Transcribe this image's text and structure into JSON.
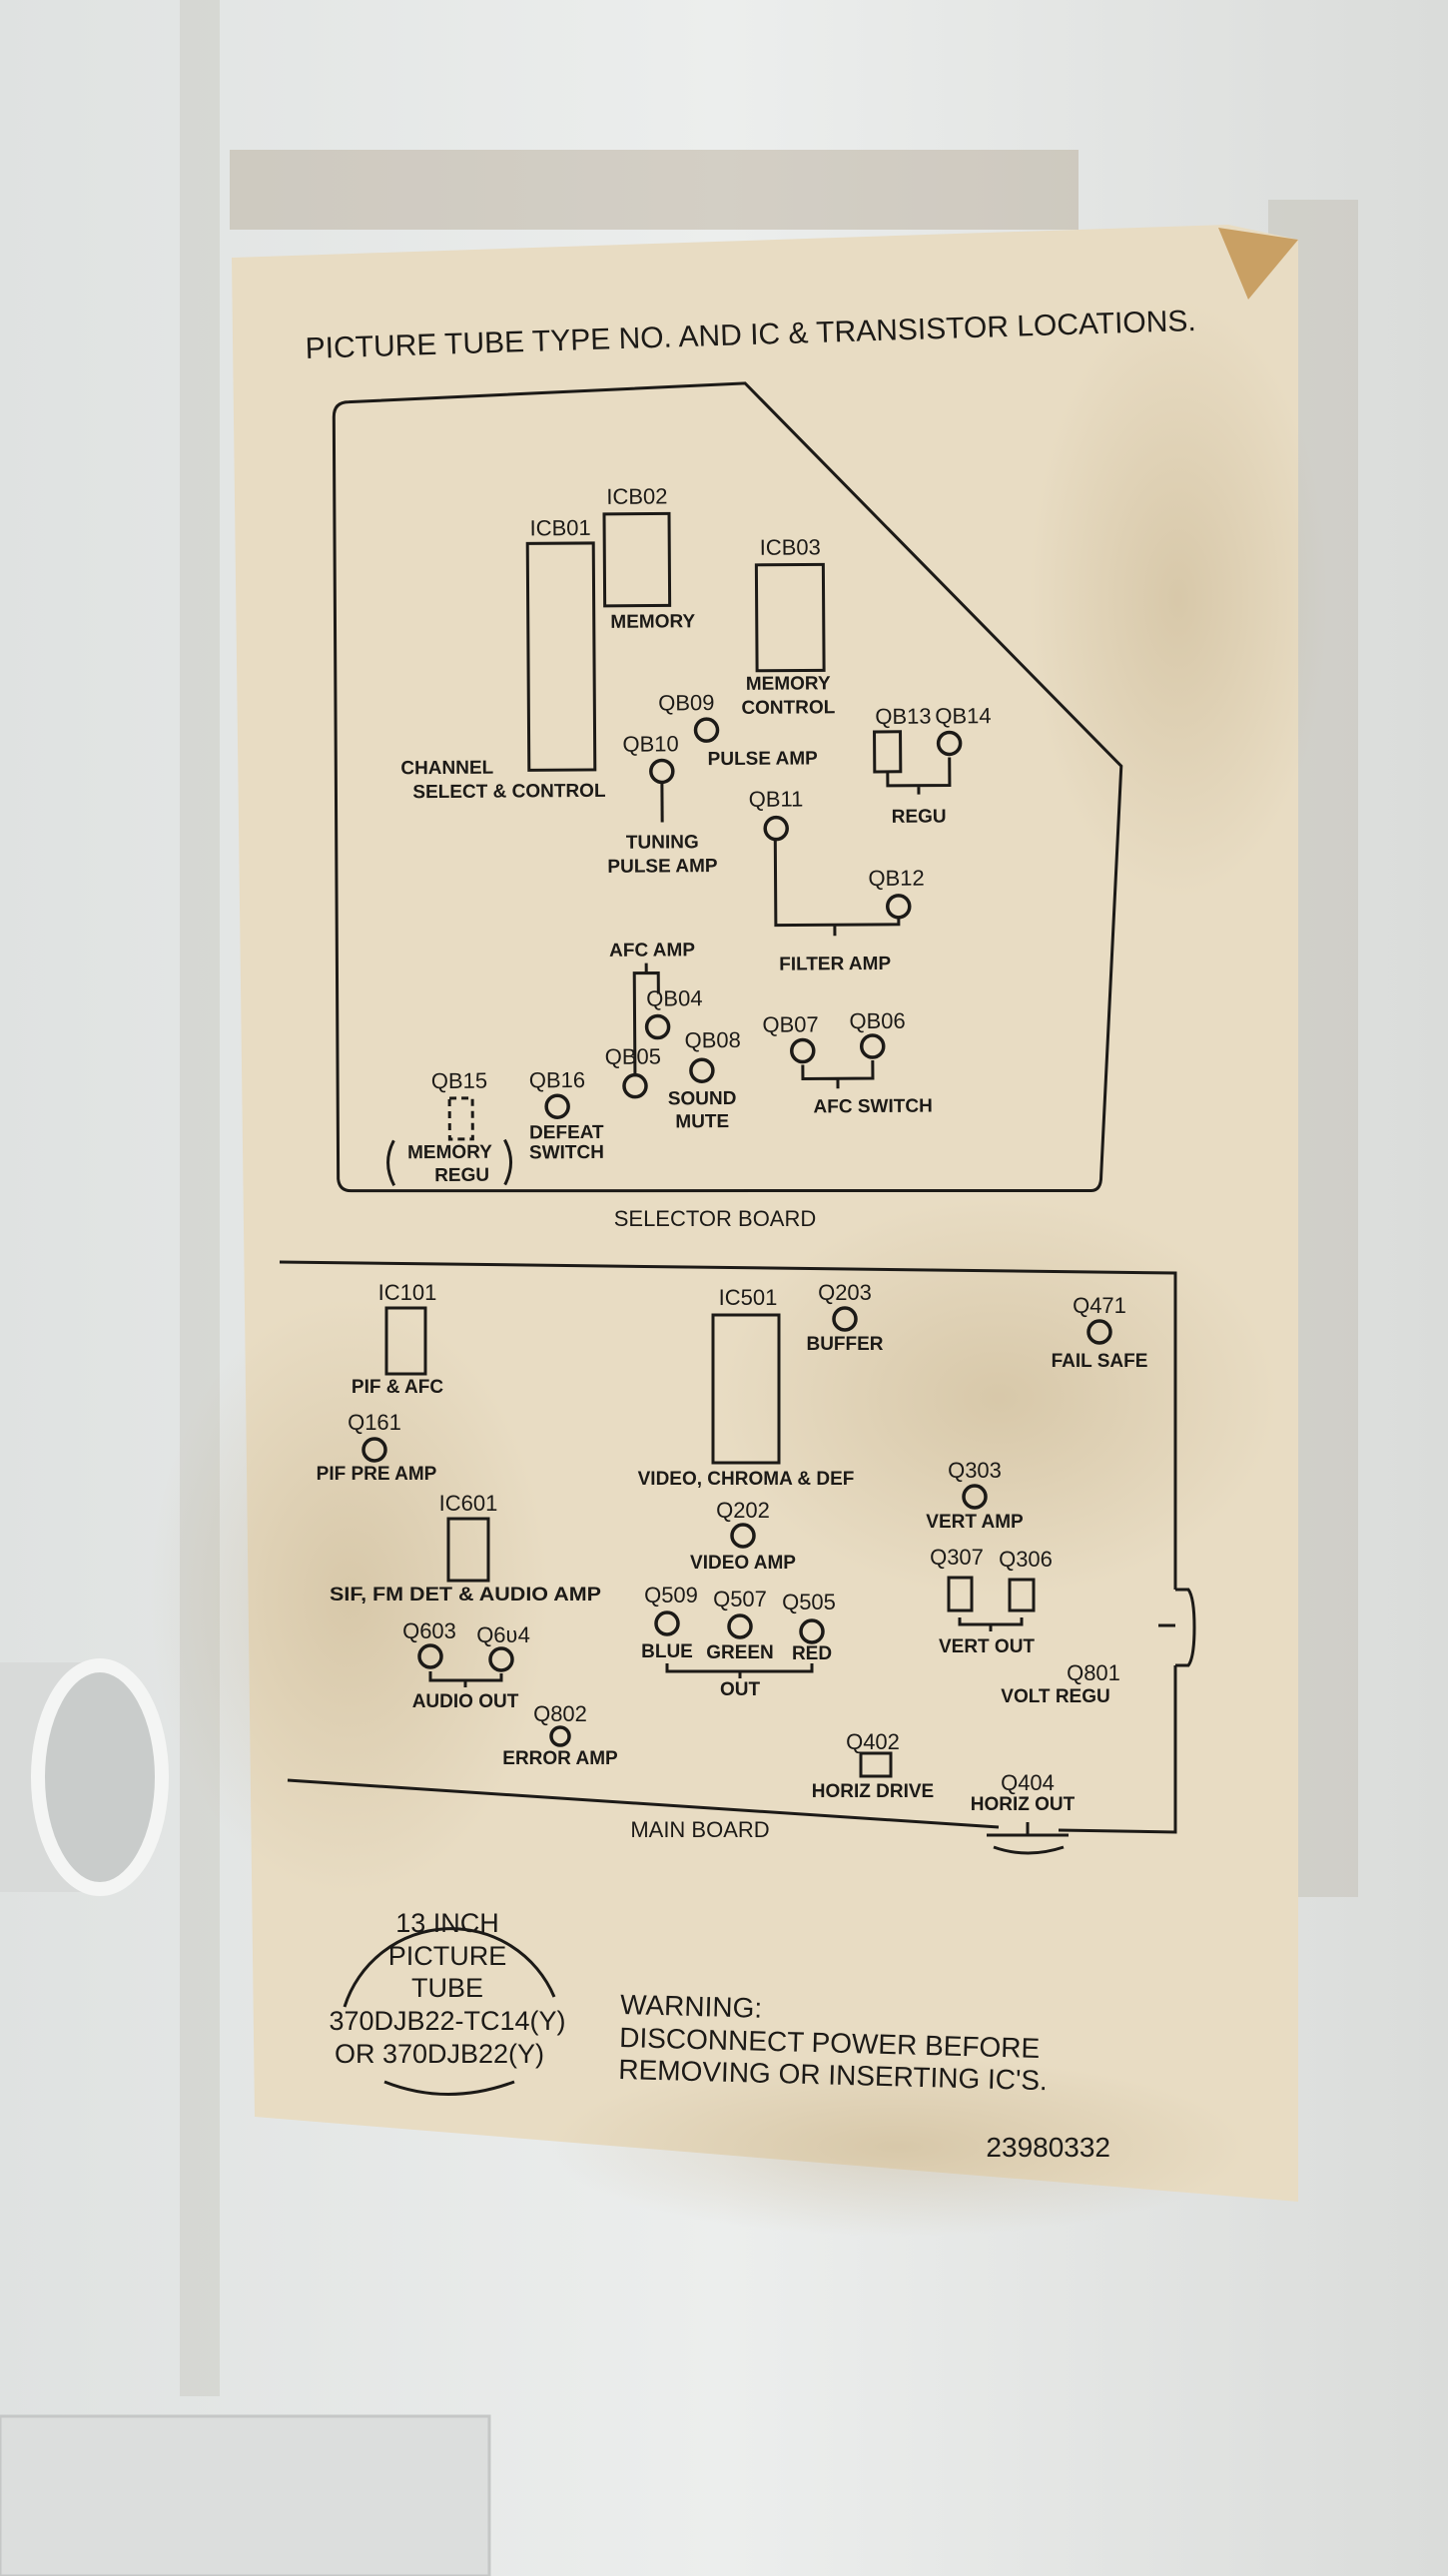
{
  "title": "PICTURE TUBE TYPE NO. AND IC & TRANSISTOR LOCATIONS.",
  "selector_board": {
    "name": "SELECTOR BOARD",
    "parts": {
      "icb01": "ICB01",
      "icb02": "ICB02",
      "icb03": "ICB03",
      "qb04": "QB04",
      "qb05": "QB05",
      "qb06": "QB06",
      "qb07": "QB07",
      "qb08": "QB08",
      "qb09": "QB09",
      "qb10": "QB10",
      "qb11": "QB11",
      "qb12": "QB12",
      "qb13": "QB13",
      "qb14": "QB14",
      "qb15": "QB15",
      "qb16": "QB16"
    },
    "functions": {
      "memory": "MEMORY",
      "memory_control_1": "MEMORY",
      "memory_control_2": "CONTROL",
      "channel_1": "CHANNEL",
      "channel_2": "SELECT & CONTROL",
      "pulse_amp": "PULSE AMP",
      "tuning_1": "TUNING",
      "tuning_2": "PULSE AMP",
      "regu": "REGU",
      "filter_amp": "FILTER AMP",
      "afc_amp": "AFC AMP",
      "sound_mute_1": "SOUND",
      "sound_mute_2": "MUTE",
      "afc_switch": "AFC SWITCH",
      "memory_regu_1": "MEMORY",
      "memory_regu_2": "REGU",
      "defeat_1": "DEFEAT",
      "defeat_2": "SWITCH"
    }
  },
  "main_board": {
    "name": "MAIN BOARD",
    "parts": {
      "ic101": "IC101",
      "ic501": "IC501",
      "ic601": "IC601",
      "q161": "Q161",
      "q202": "Q202",
      "q203": "Q203",
      "q303": "Q303",
      "q306": "Q306",
      "q307": "Q307",
      "q402": "Q402",
      "q404": "Q404",
      "q471": "Q471",
      "q505": "Q505",
      "q507": "Q507",
      "q509": "Q509",
      "q603": "Q603",
      "q604": "Q6ʋ4",
      "q801": "Q801",
      "q802": "Q802"
    },
    "functions": {
      "pif_afc": "PIF & AFC",
      "pif_pre_amp": "PIF PRE AMP",
      "sif": "SIF, FM DET & AUDIO AMP",
      "audio_out": "AUDIO OUT",
      "error_amp": "ERROR AMP",
      "video_chroma": "VIDEO, CHROMA & DEF",
      "buffer": "BUFFER",
      "fail_safe": "FAIL SAFE",
      "video_amp": "VIDEO AMP",
      "blue": "BLUE",
      "green": "GREEN",
      "red": "RED",
      "out": "OUT",
      "vert_amp": "VERT AMP",
      "vert_out": "VERT OUT",
      "volt_regu": "VOLT REGU",
      "horiz_drive": "HORIZ DRIVE",
      "horiz_out": "HORIZ OUT"
    }
  },
  "picture_tube": {
    "line1": "13 INCH",
    "line2": "PICTURE",
    "line3": "TUBE",
    "line4": "370DJB22-TC14(Y)",
    "line5": "OR 370DJB22(Y)"
  },
  "warning": {
    "line1": "WARNING:",
    "line2": "DISCONNECT POWER BEFORE",
    "line3": "REMOVING OR INSERTING IC'S."
  },
  "part_number": "23980332",
  "colors": {
    "paper": "#e8dcc3",
    "ink": "#1c1a17",
    "plastic": "#e9ebea"
  }
}
